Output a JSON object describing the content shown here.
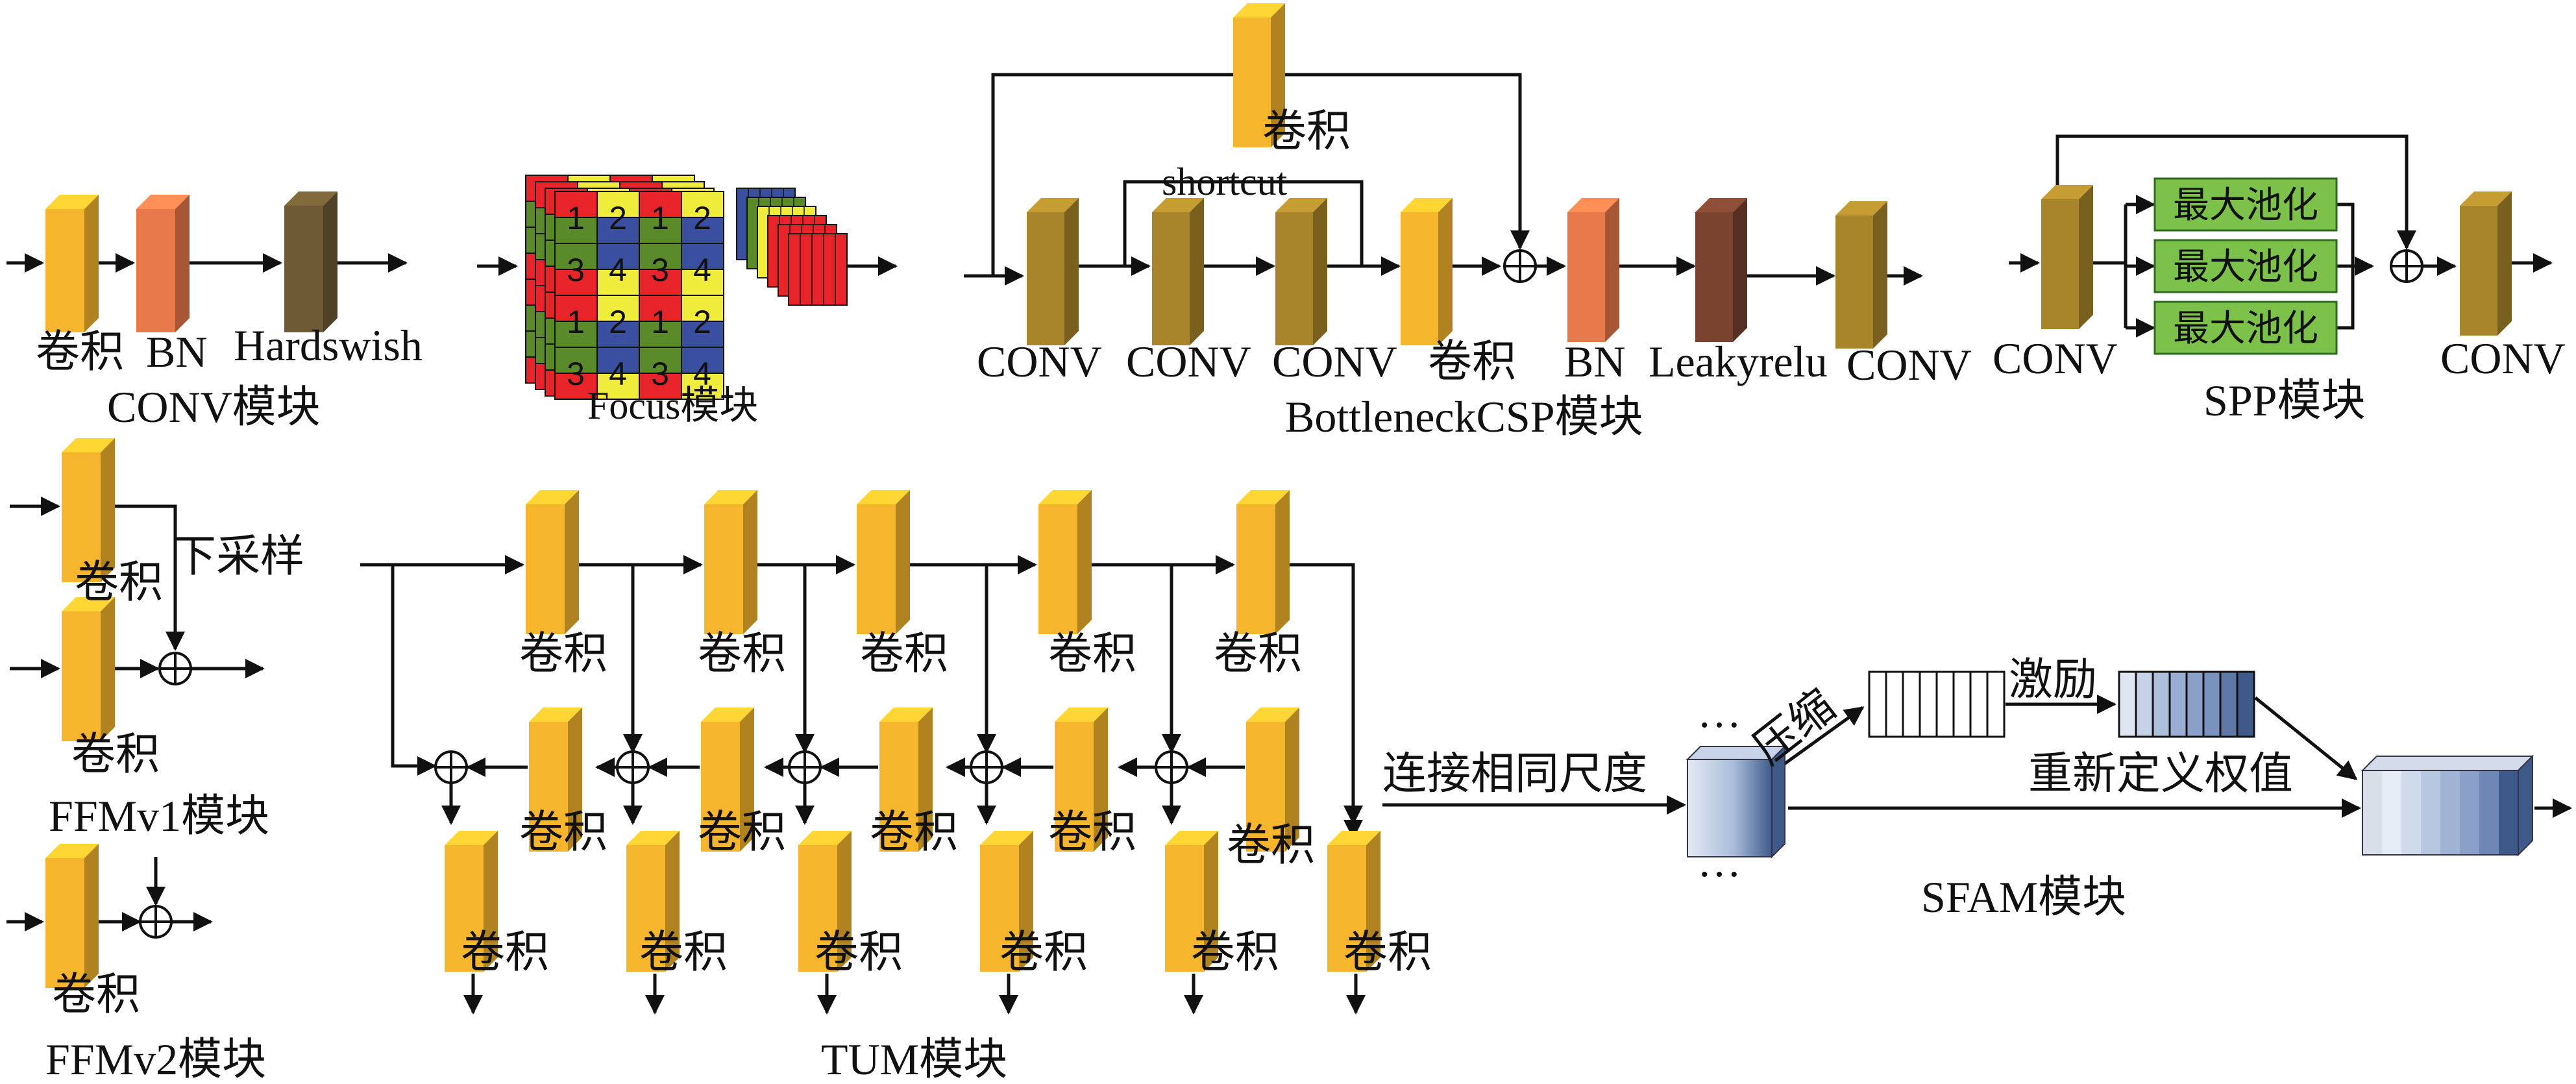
{
  "colors": {
    "yellow_block": "#f5b52c",
    "olive_block": "#a8852a",
    "bn_block": "#e8794a",
    "hardswish_block": "#6e5a34",
    "leaky_block": "#7a4330",
    "pool_fill": "#7cc24a",
    "sfam_dark": "#3d5a8a",
    "sfam_light": "#dfe6f2",
    "focus_red": "#e8242a",
    "focus_yellow": "#f0ec3c",
    "focus_green": "#5b8a2a",
    "focus_blue": "#3a4fa0"
  },
  "conv_module": {
    "labels": [
      "卷积",
      "BN",
      "Hardswish"
    ],
    "title": "CONV模块"
  },
  "focus_module": {
    "cells_top": [
      "1",
      "2",
      "1",
      "2"
    ],
    "cells_bottom": [
      "3",
      "4",
      "3",
      "4"
    ],
    "title": "Focus模块"
  },
  "csp_module": {
    "top_label": "卷积",
    "shortcut": "shortcut",
    "labels": [
      "CONV",
      "CONV",
      "CONV",
      "卷积",
      "BN",
      "Leakyrelu",
      "CONV"
    ],
    "title": "BottleneckCSP模块",
    "plus": "⊕"
  },
  "spp_module": {
    "input_label": "CONV",
    "pool_labels": [
      "最大池化",
      "最大池化",
      "最大池化"
    ],
    "output_label": "CONV",
    "title": "SPP模块"
  },
  "ffm1_module": {
    "labels": [
      "卷积",
      "卷积"
    ],
    "downsample": "下采样",
    "title": "FFMv1模块"
  },
  "ffm2_module": {
    "label": "卷积",
    "title": "FFMv2模块"
  },
  "tum_module": {
    "top_labels": [
      "卷积",
      "卷积",
      "卷积",
      "卷积",
      "卷积"
    ],
    "mid_labels": [
      "卷积",
      "卷积",
      "卷积",
      "卷积",
      "卷积"
    ],
    "bottom_labels": [
      "卷积",
      "卷积",
      "卷积",
      "卷积",
      "卷积",
      "卷积"
    ],
    "title": "TUM模块"
  },
  "sfam_module": {
    "input_label": "连接相同尺度",
    "ellipsis": "…",
    "compress": "压缩",
    "excite": "激励",
    "reweight": "重新定义权值",
    "title": "SFAM模块"
  },
  "icons": [
    "arrow-icon",
    "plus-circle-icon",
    "block-3d-icon"
  ]
}
